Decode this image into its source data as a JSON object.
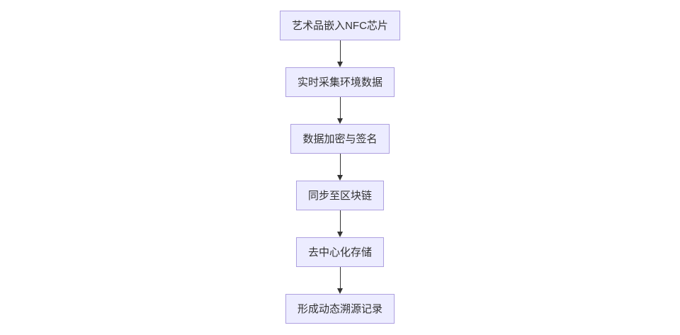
{
  "flowchart": {
    "direction": "top-down",
    "nodes": [
      {
        "id": "A",
        "label": "艺术品嵌入NFC芯片"
      },
      {
        "id": "B",
        "label": "实时采集环境数据"
      },
      {
        "id": "C",
        "label": "数据加密与签名"
      },
      {
        "id": "D",
        "label": "同步至区块链"
      },
      {
        "id": "E",
        "label": "去中心化存储"
      },
      {
        "id": "F",
        "label": "形成动态溯源记录"
      }
    ],
    "edges": [
      {
        "from": "A",
        "to": "B"
      },
      {
        "from": "B",
        "to": "C"
      },
      {
        "from": "C",
        "to": "D"
      },
      {
        "from": "D",
        "to": "E"
      },
      {
        "from": "E",
        "to": "F"
      }
    ],
    "colors": {
      "node_fill": "#ececff",
      "node_border": "#aea0e0",
      "text": "#333333",
      "arrow": "#333333",
      "background": "#ffffff"
    }
  }
}
